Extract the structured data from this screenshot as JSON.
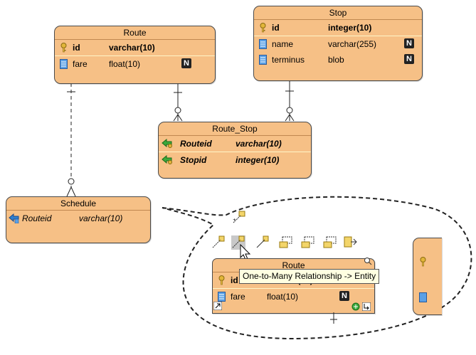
{
  "entities": {
    "route": {
      "title": "Route",
      "rows": [
        {
          "name": "id",
          "type": "varchar(10)"
        },
        {
          "name": "fare",
          "type": "float(10)",
          "nullable": "N"
        }
      ]
    },
    "stop": {
      "title": "Stop",
      "rows": [
        {
          "name": "id",
          "type": "integer(10)"
        },
        {
          "name": "name",
          "type": "varchar(255)",
          "nullable": "N"
        },
        {
          "name": "terminus",
          "type": "blob",
          "nullable": "N"
        }
      ]
    },
    "route_stop": {
      "title": "Route_Stop",
      "rows": [
        {
          "name": "Routeid",
          "type": "varchar(10)"
        },
        {
          "name": "Stopid",
          "type": "integer(10)"
        }
      ]
    },
    "schedule": {
      "title": "Schedule",
      "rows": [
        {
          "name": "Routeid",
          "type": "varchar(10)"
        }
      ]
    }
  },
  "zoom": {
    "route": {
      "title": "Route",
      "rows": [
        {
          "name": "id",
          "type": "varchar(10)"
        },
        {
          "name": "fare",
          "type": "float(10)",
          "nullable": "N"
        }
      ]
    },
    "tooltip": "One-to-Many Relationship -> Entity"
  },
  "colors": {
    "entity_fill": "#f6c086",
    "entity_border": "#4a4a4a",
    "tooltip_fill": "#ffffe1"
  },
  "icons": {
    "primary_key": "key-icon",
    "column": "column-icon",
    "foreign_key": "foreign-key-icon",
    "nullable": "nullable-badge"
  }
}
